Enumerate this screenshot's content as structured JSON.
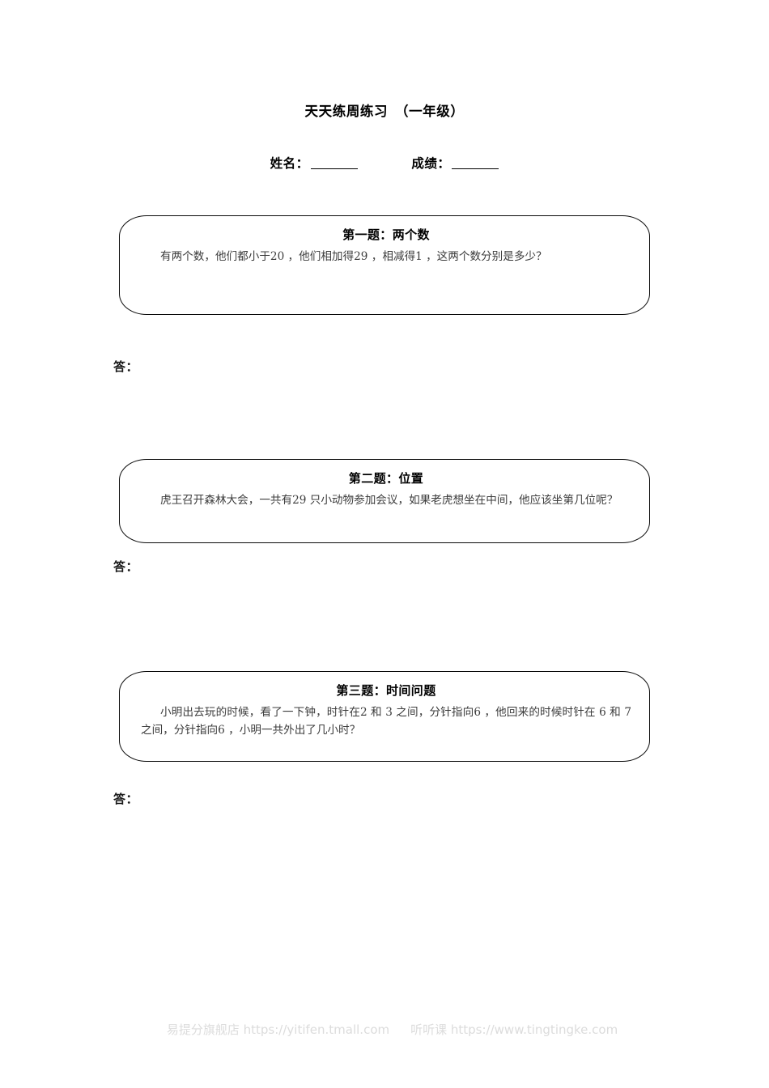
{
  "document": {
    "title": "天天练周练习　（一年级）",
    "background_color": "#ffffff"
  },
  "meta": {
    "name_label": "姓名：",
    "score_label": "成绩："
  },
  "questions": [
    {
      "heading": "第一题：两个数",
      "body": "有两个数，他们都小于20 ，他们相加得29 ，相减得1 ，这两个数分别是多少？",
      "answer_label": "答："
    },
    {
      "heading": "第二题：位置",
      "body": "虎王召开森林大会，一共有29 只小动物参加会议，如果老虎想坐在中间，他应该坐第几位呢？",
      "answer_label": "答："
    },
    {
      "heading": "第三题：时间问题",
      "body": "小明出去玩的时候，看了一下钟，时针在2 和 3 之间，分针指向6 ，他回来的时候时针在 6 和 7 之间，分针指向6 ，小明一共外出了几小时？",
      "answer_label": "答："
    }
  ],
  "footer": {
    "shop_text": "易提分旗舰店 https://yitifen.tmall.com",
    "course_text": "听听课 https://www.tingtingke.com",
    "color": "#dcdcdc"
  }
}
